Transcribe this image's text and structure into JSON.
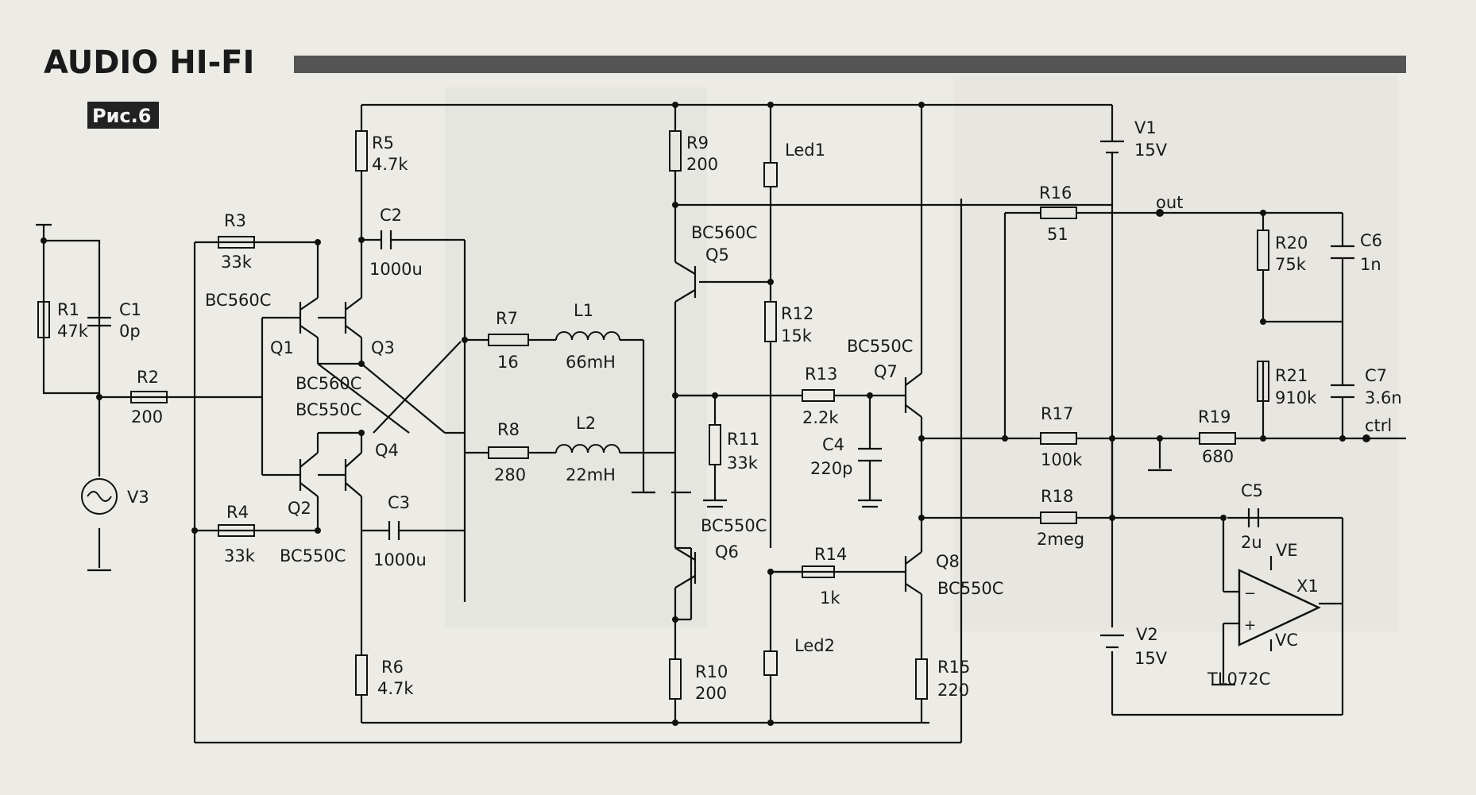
{
  "header": {
    "title": "AUDIO HI-FI",
    "figure_tag": "Рис.6"
  },
  "colors": {
    "background": "#ecebe6",
    "ink": "#111111",
    "header_bar": "#555555",
    "tag_bg": "#222222"
  },
  "components": {
    "R1": {
      "name": "R1",
      "value": "47k"
    },
    "C1": {
      "name": "C1",
      "value": "0p"
    },
    "R2": {
      "name": "R2",
      "value": "200"
    },
    "V3": {
      "name": "V3"
    },
    "R3": {
      "name": "R3",
      "value": "33k"
    },
    "R4": {
      "name": "R4",
      "value": "33k"
    },
    "R5": {
      "name": "R5",
      "value": "4.7k"
    },
    "R6": {
      "name": "R6",
      "value": "4.7k"
    },
    "C2": {
      "name": "C2",
      "value": "1000u"
    },
    "C3": {
      "name": "C3",
      "value": "1000u"
    },
    "Q1": {
      "name": "Q1",
      "part": "BC560C"
    },
    "Q2": {
      "name": "Q2",
      "part": "BC550C"
    },
    "Q3": {
      "name": "Q3",
      "part": "BC560C"
    },
    "Q4": {
      "name": "Q4",
      "part": "BC550C"
    },
    "R7": {
      "name": "R7",
      "value": "16"
    },
    "R8": {
      "name": "R8",
      "value": "280"
    },
    "L1": {
      "name": "L1",
      "value": "66mH"
    },
    "L2": {
      "name": "L2",
      "value": "22mH"
    },
    "R9": {
      "name": "R9",
      "value": "200"
    },
    "R10": {
      "name": "R10",
      "value": "200"
    },
    "Led1": {
      "name": "Led1"
    },
    "Led2": {
      "name": "Led2"
    },
    "Q5": {
      "name": "Q5",
      "part": "BC560C"
    },
    "Q6": {
      "name": "Q6",
      "part": "BC550C"
    },
    "R11": {
      "name": "R11",
      "value": "33k"
    },
    "R12": {
      "name": "R12",
      "value": "15k"
    },
    "R13": {
      "name": "R13",
      "value": "2.2k"
    },
    "R14": {
      "name": "R14",
      "value": "1k"
    },
    "C4": {
      "name": "C4",
      "value": "220p"
    },
    "Q7": {
      "name": "Q7",
      "part": "BC550C"
    },
    "Q8": {
      "name": "Q8",
      "part": "BC550C"
    },
    "R15": {
      "name": "R15",
      "value": "220"
    },
    "V1": {
      "name": "V1",
      "value": "15V"
    },
    "V2": {
      "name": "V2",
      "value": "15V"
    },
    "R16": {
      "name": "R16",
      "value": "51"
    },
    "R17": {
      "name": "R17",
      "value": "100k"
    },
    "R18": {
      "name": "R18",
      "value": "2meg"
    },
    "R19": {
      "name": "R19",
      "value": "680"
    },
    "R20": {
      "name": "R20",
      "value": "75k"
    },
    "R21": {
      "name": "R21",
      "value": "910k"
    },
    "C5": {
      "name": "C5",
      "value": "2u"
    },
    "C6": {
      "name": "C6",
      "value": "1n"
    },
    "C7": {
      "name": "C7",
      "value": "3.6n"
    },
    "X1": {
      "name": "X1",
      "part": "TL072C",
      "pin_ve": "VE",
      "pin_vc": "VC"
    }
  },
  "nets": {
    "out": "out",
    "ctrl": "ctrl"
  }
}
